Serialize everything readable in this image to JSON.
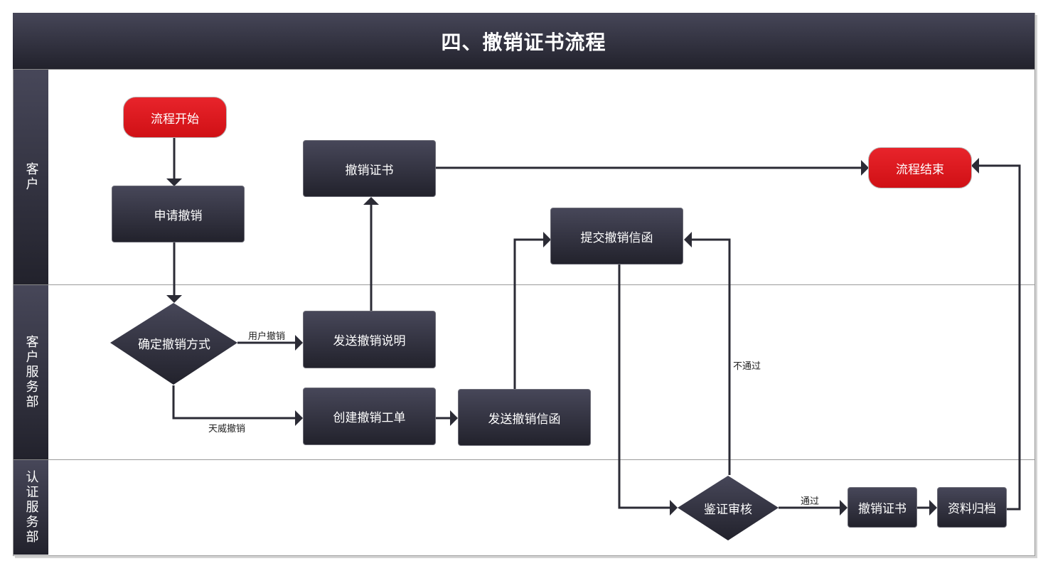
{
  "title": "四、撤销证书流程",
  "lanes": [
    {
      "label": "客户"
    },
    {
      "label": "客户服务部"
    },
    {
      "label": "认证服务部"
    }
  ],
  "nodes": {
    "start": "流程开始",
    "apply_revoke": "申请撤销",
    "determine_method": "确定撤销方式",
    "revoke_cert_customer": "撤销证书",
    "send_instructions": "发送撤销说明",
    "create_ticket": "创建撤销工单",
    "send_letter": "发送撤销信函",
    "submit_letter": "提交撤销信函",
    "review": "鉴证审核",
    "revoke_cert_auth": "撤销证书",
    "archive": "资料归档",
    "end": "流程结束"
  },
  "edge_labels": {
    "user_revoke": "用户撤销",
    "tianwei_revoke": "天威撤销",
    "not_pass": "不通过",
    "pass": "通过"
  },
  "colors": {
    "terminal": "#e01b22",
    "process": "#33333f",
    "connector": "#2b2b35"
  }
}
